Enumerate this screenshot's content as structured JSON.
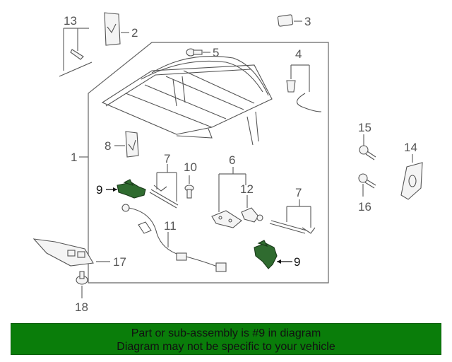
{
  "callouts": {
    "c1": "1",
    "c2": "2",
    "c3": "3",
    "c4": "4",
    "c5": "5",
    "c6": "6",
    "c7a": "7",
    "c7b": "7",
    "c8": "8",
    "c9a": "9",
    "c9b": "9",
    "c10": "10",
    "c11": "11",
    "c12": "12",
    "c13": "13",
    "c14": "14",
    "c15": "15",
    "c16": "16",
    "c17": "17",
    "c18": "18"
  },
  "highlight_color": "#2f6b2f",
  "footer": {
    "line1": "Part or sub-assembly is #9 in diagram",
    "line2": "Diagram may not be specific to your vehicle",
    "background": "#0a7d0a"
  }
}
